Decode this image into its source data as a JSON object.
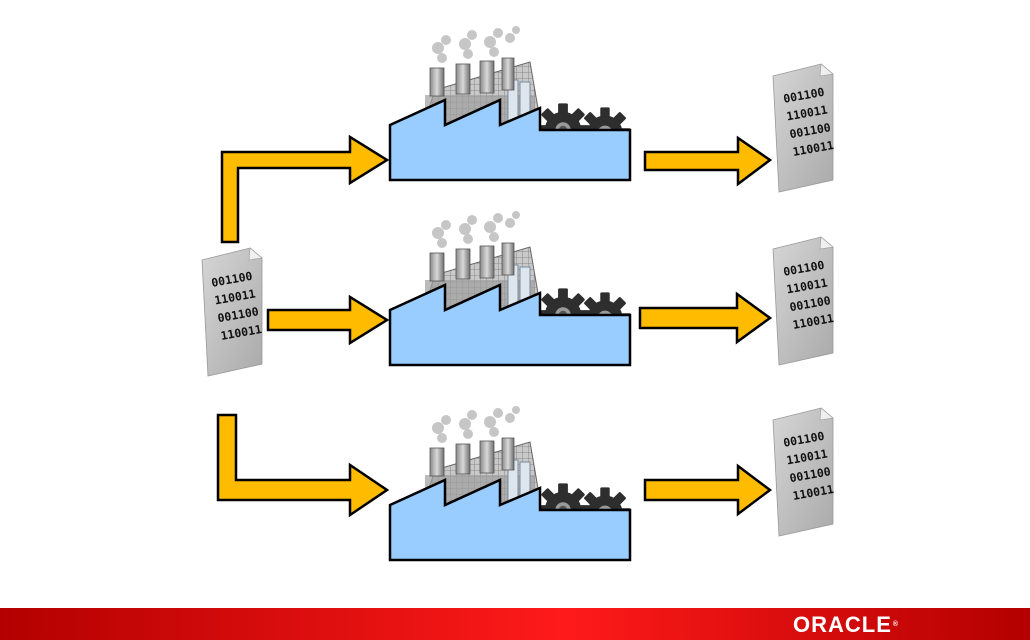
{
  "documents": {
    "lines": [
      "001100",
      "110011",
      "001100",
      "110011"
    ]
  },
  "footer": {
    "brand": "ORACLE",
    "registered_mark": "®",
    "colors": {
      "bar_dark": "#b30000",
      "bar_light": "#ff1a1a"
    }
  },
  "colors": {
    "arrow_fill": "#ffbb00",
    "factory_fill": "#99ccff",
    "document_fill": "#c6c6c6",
    "gear_fill": "#2e2e2e"
  }
}
